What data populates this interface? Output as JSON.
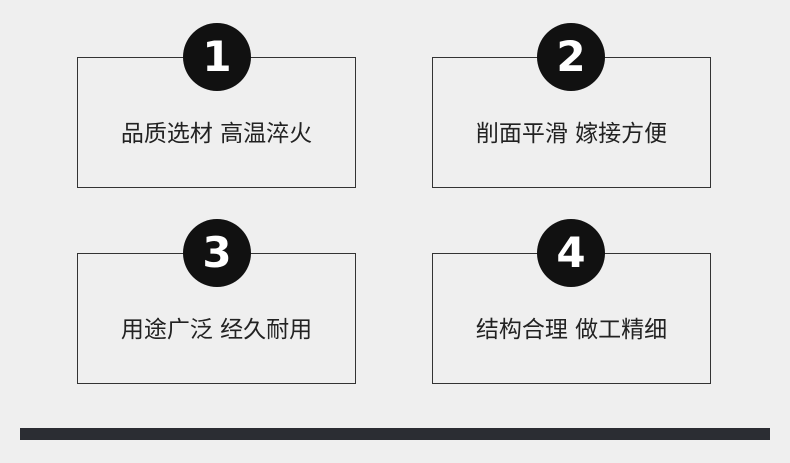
{
  "cards": [
    {
      "number": "1",
      "text": "品质选材 高温淬火"
    },
    {
      "number": "2",
      "text": "削面平滑 嫁接方便"
    },
    {
      "number": "3",
      "text": "用途广泛 经久耐用"
    },
    {
      "number": "4",
      "text": "结构合理 做工精细"
    }
  ],
  "colors": {
    "background": "#efefef",
    "badge": "#111111",
    "border": "#333333",
    "bar": "#2b2d33"
  }
}
